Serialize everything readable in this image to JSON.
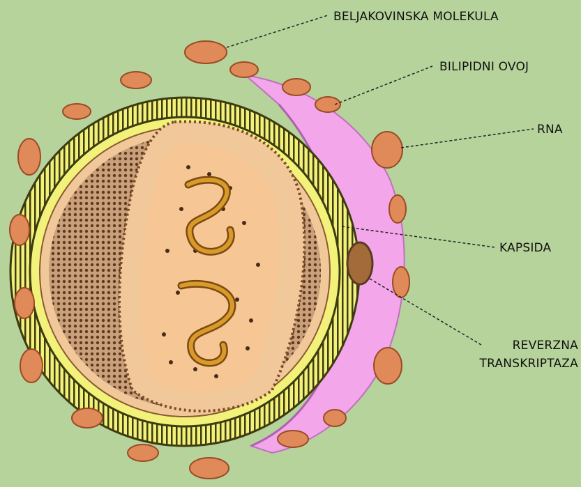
{
  "labels": {
    "protein": "BELJAKOVINSKA MOLEKULA",
    "envelope": "BILIPIDNI OVOJ",
    "rna": "RNA",
    "capsid": "KAPSIDA",
    "rt_line1": "REVERZNA",
    "rt_line2": "TRANSKRIPTAZA"
  },
  "colors": {
    "background": "#b5d39a",
    "envelope": "#f3a6ea",
    "bilayer_yellow": "#f2f27a",
    "knob": "#e08a5a",
    "core": "#f6c794",
    "rna": "#d99a2a"
  }
}
